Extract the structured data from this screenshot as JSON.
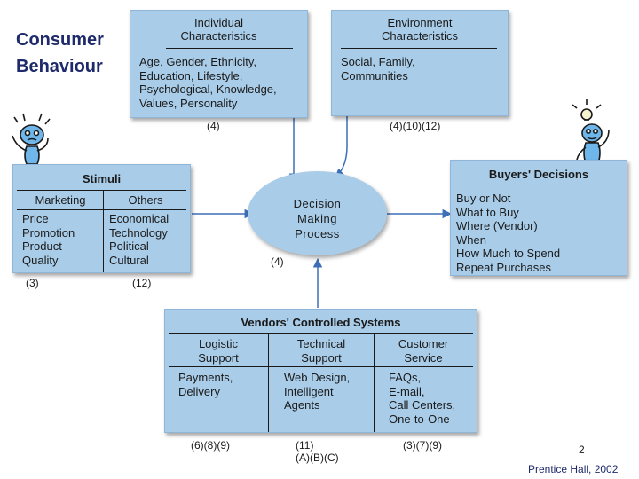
{
  "slide": {
    "title": "Consumer\nBehaviour",
    "page_number": "2",
    "footer": "Prentice Hall, 2002"
  },
  "individual": {
    "title": "Individual\nCharacteristics",
    "items": [
      "Age, Gender, Ethnicity,",
      "Education, Lifestyle,",
      "Psychological, Knowledge,",
      "Values, Personality"
    ],
    "ref": "(4)"
  },
  "environment": {
    "title": "Environment\nCharacteristics",
    "items": [
      "Social, Family,",
      "Communities"
    ],
    "ref": "(4)(10)(12)"
  },
  "stimuli": {
    "title": "Stimuli",
    "col1_header": "Marketing",
    "col2_header": "Others",
    "col1_items": [
      "Price",
      "Promotion",
      "Product",
      "Quality"
    ],
    "col2_items": [
      "Economical",
      "Technology",
      "Political",
      "Cultural"
    ],
    "ref1": "(3)",
    "ref2": "(12)"
  },
  "process": {
    "label": "Decision\nMaking\nProcess",
    "ref": "(4)"
  },
  "decisions": {
    "title": "Buyers' Decisions",
    "items": [
      "Buy or Not",
      "What to Buy",
      "Where (Vendor)",
      "When",
      "How Much to Spend",
      "Repeat Purchases"
    ]
  },
  "vendors": {
    "title": "Vendors' Controlled Systems",
    "columns": [
      {
        "header": "Logistic\nSupport",
        "items": [
          "Payments,",
          "Delivery"
        ],
        "ref": "(6)(8)(9)"
      },
      {
        "header": "Technical\nSupport",
        "items": [
          "Web Design,",
          "Intelligent",
          "Agents"
        ],
        "ref": "(11)\n(A)(B)(C)"
      },
      {
        "header": "Customer\nService",
        "items": [
          "FAQs,",
          "E-mail,",
          "Call Centers,",
          "One-to-One"
        ],
        "ref": "(3)(7)(9)"
      }
    ]
  },
  "colors": {
    "box_fill": "#a9cde9",
    "title_text": "#1f2a6b",
    "arrow": "#3d6fb8"
  },
  "icons": [
    "thinking-figure-icon",
    "lightbulb-figure-icon"
  ]
}
